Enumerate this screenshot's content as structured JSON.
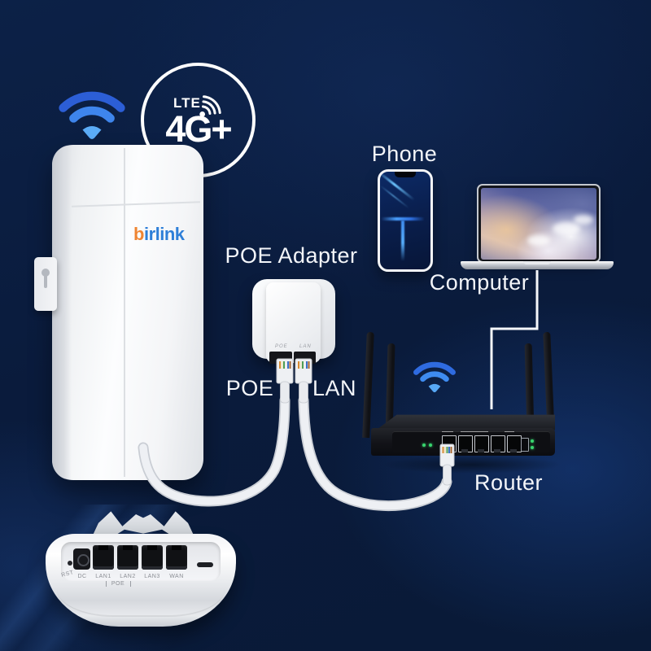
{
  "badge": {
    "line1": "LTE",
    "line2": "4G+"
  },
  "brand": {
    "prefix": "b",
    "suffix": "irlink"
  },
  "labels": {
    "poe_adapter": "POE Adapter",
    "poe": "POE",
    "lan": "LAN",
    "phone": "Phone",
    "computer": "Computer",
    "router": "Router"
  },
  "adapter": {
    "poe_port_label": "POE",
    "lan_port_label": "LAN"
  },
  "bottom_panel": {
    "rst": "RST",
    "dc": "DC",
    "ports": [
      "LAN1",
      "LAN2",
      "LAN3",
      "WAN"
    ],
    "poe_span": "POE"
  },
  "icons": {
    "wifi_left": "wifi-signal",
    "wifi_router": "wifi-signal",
    "badge_wifi": "wifi-fan"
  },
  "colors": {
    "background": "#0a1b3c",
    "wifi_outer": "#2c5ed6",
    "wifi_mid": "#3e85ec",
    "wifi_inner": "#5bacf7",
    "logo_orange": "#ef8532",
    "logo_blue": "#2e7fd8",
    "cable": "#ebedf1",
    "router_black": "#16181d",
    "led_green": "#38d56e",
    "label_text": "#f3f5f9"
  }
}
